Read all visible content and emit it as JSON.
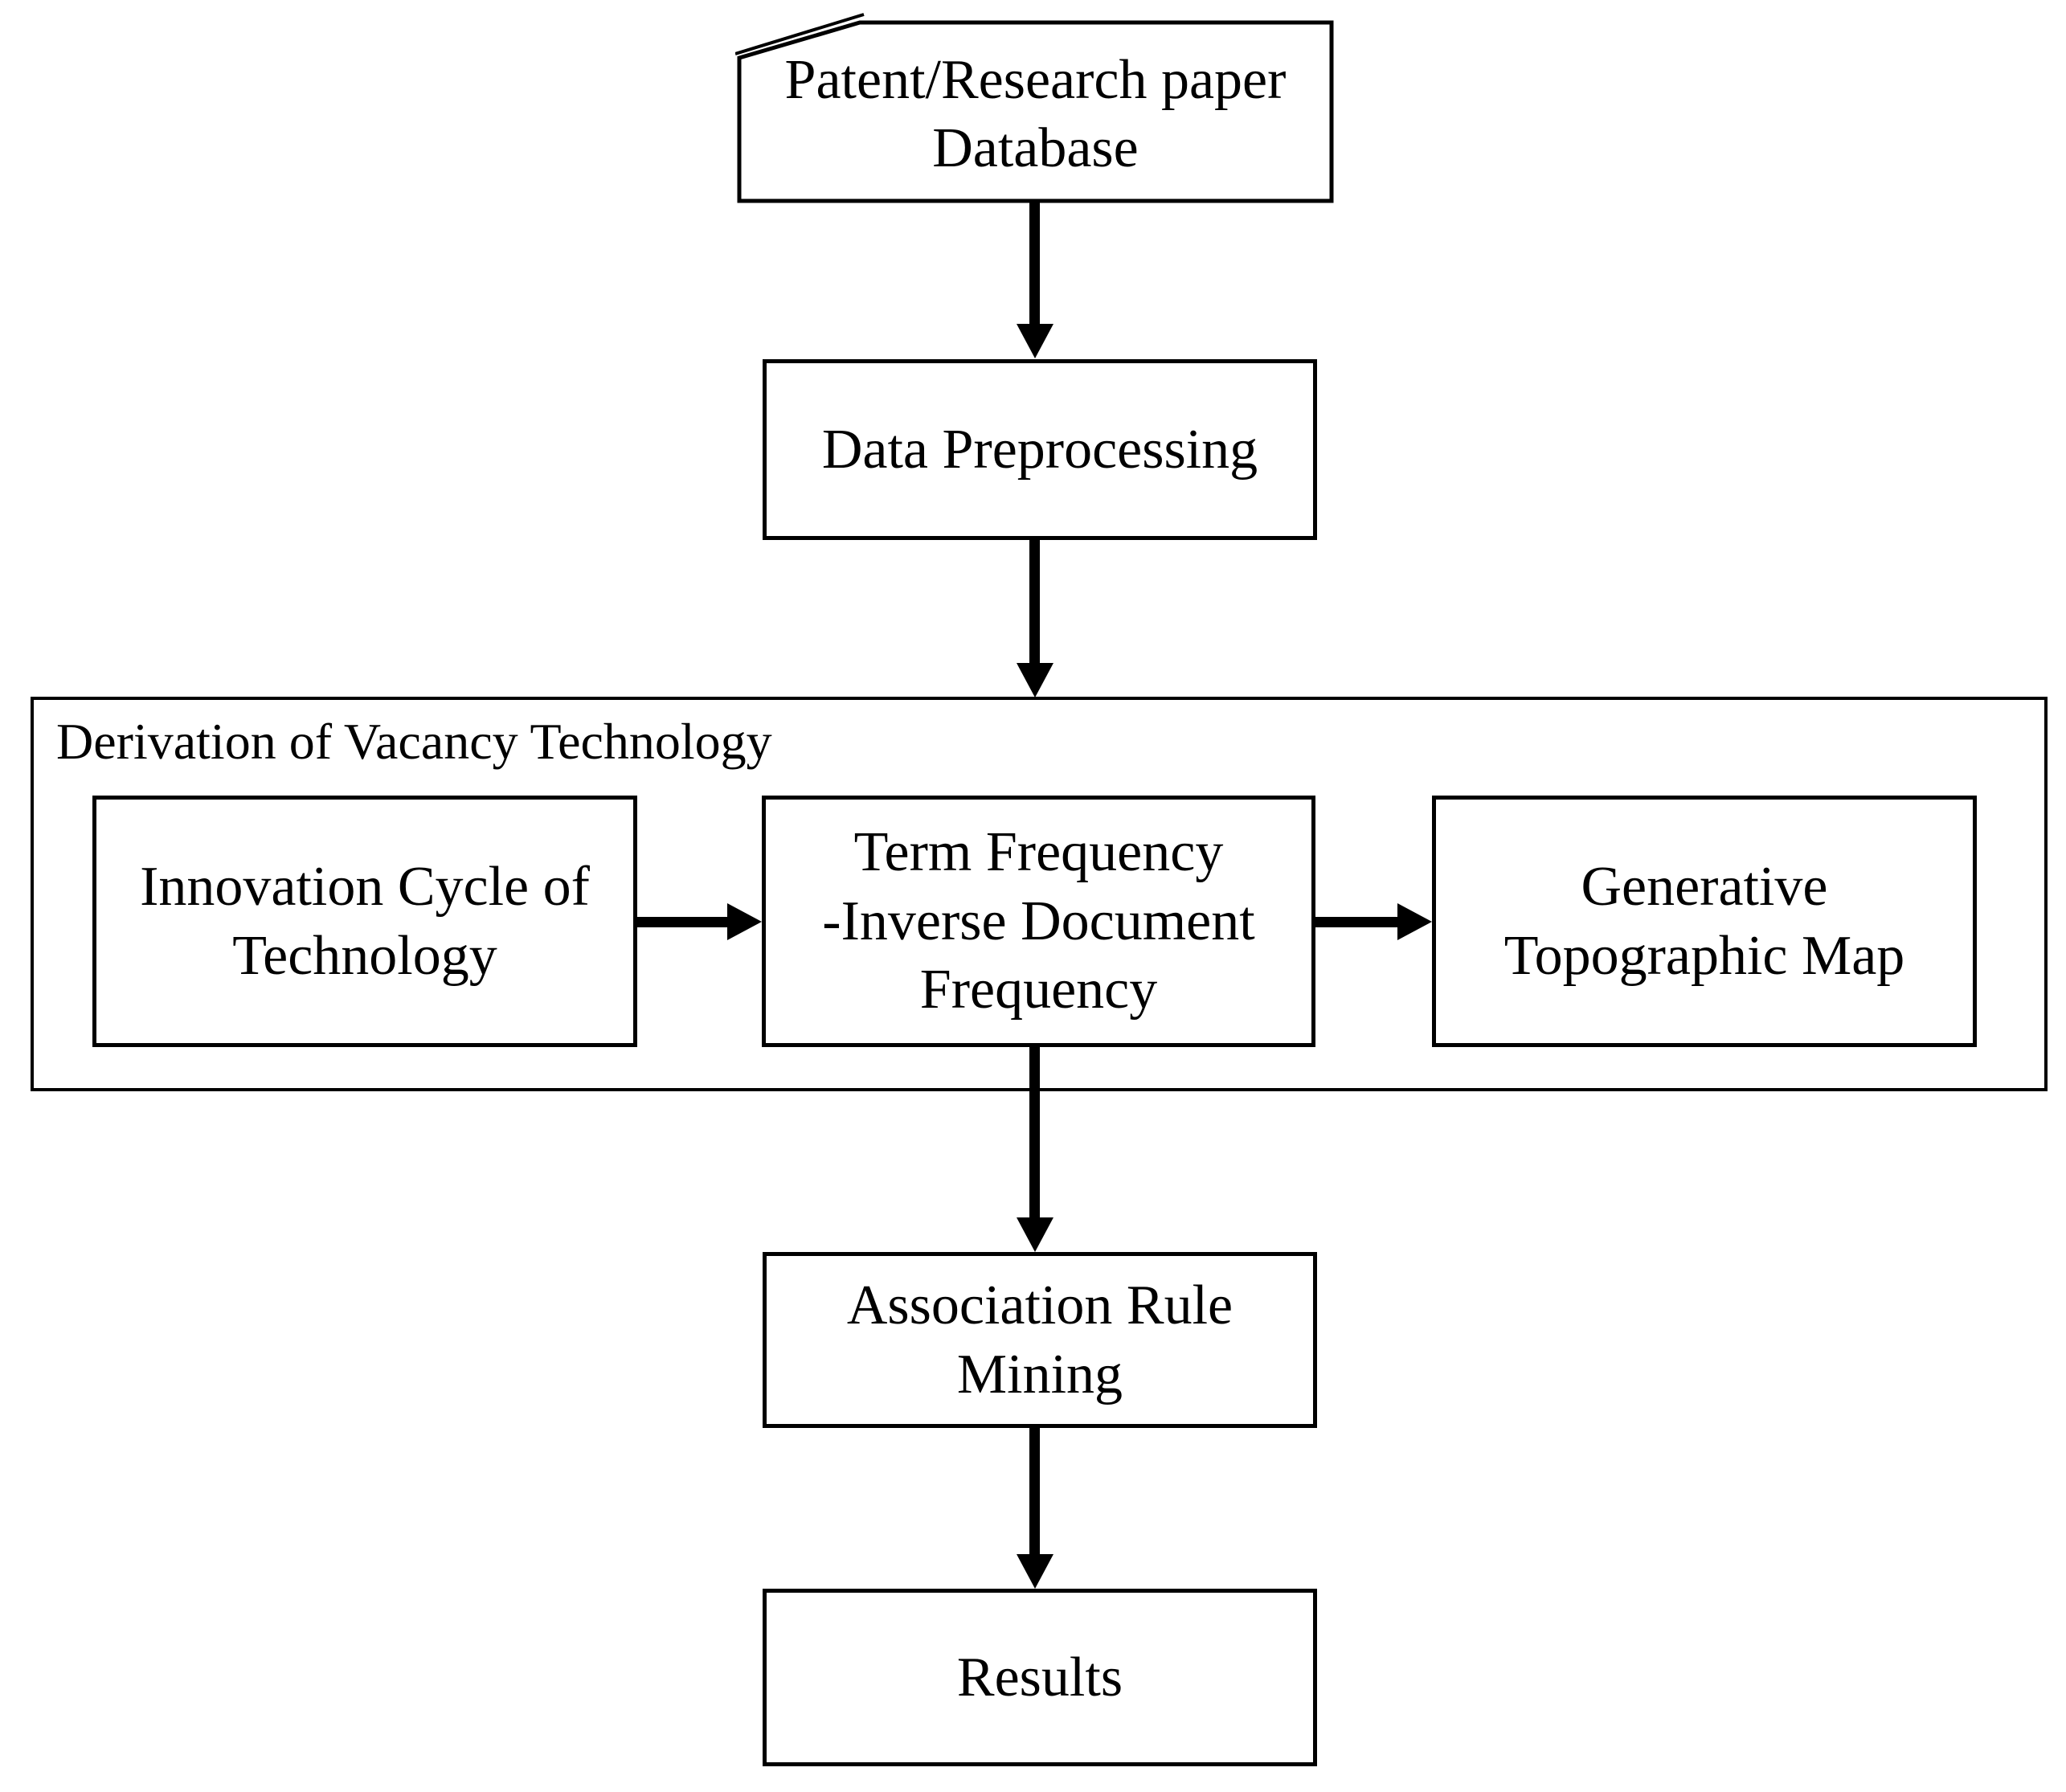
{
  "figure": {
    "type": "flowchart",
    "colors": {
      "line": "#000000",
      "fill": "#ffffff",
      "text": "#000000"
    },
    "nodes": {
      "database": {
        "shape": "card",
        "lines": [
          "Patent/Research paper",
          "Database"
        ]
      },
      "preprocessing": {
        "shape": "rectangle",
        "lines": [
          "Data Preprocessing"
        ]
      },
      "derivation_group": {
        "shape": "container",
        "label": "Derivation of Vacancy Technology"
      },
      "innovation": {
        "shape": "rectangle",
        "lines": [
          "Innovation Cycle of",
          "Technology"
        ]
      },
      "tfidf": {
        "shape": "rectangle",
        "lines": [
          "Term Frequency",
          "-Inverse Document",
          "Frequency"
        ]
      },
      "gtm": {
        "shape": "rectangle",
        "lines": [
          "Generative",
          "Topographic Map"
        ]
      },
      "arm": {
        "shape": "rectangle",
        "lines": [
          "Association Rule",
          "Mining"
        ]
      },
      "results": {
        "shape": "rectangle",
        "lines": [
          "Results"
        ]
      }
    },
    "edges": [
      {
        "from": "database",
        "to": "preprocessing",
        "direction": "down"
      },
      {
        "from": "preprocessing",
        "to": "derivation_group",
        "direction": "down"
      },
      {
        "from": "innovation",
        "to": "tfidf",
        "direction": "right"
      },
      {
        "from": "tfidf",
        "to": "gtm",
        "direction": "right"
      },
      {
        "from": "derivation_group",
        "to": "arm",
        "direction": "down"
      },
      {
        "from": "arm",
        "to": "results",
        "direction": "down"
      }
    ]
  }
}
